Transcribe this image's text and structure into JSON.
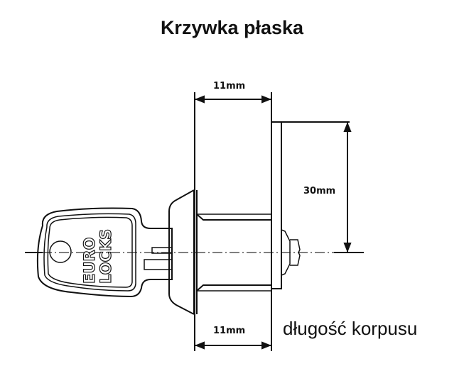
{
  "title": "Krzywka płaska",
  "dimensions": {
    "top_width": "11mm",
    "height": "30mm",
    "bottom_width": "11mm"
  },
  "caption": "długość korpusu",
  "key_brand": {
    "line1": "EURO",
    "line2": "LOCKS"
  }
}
